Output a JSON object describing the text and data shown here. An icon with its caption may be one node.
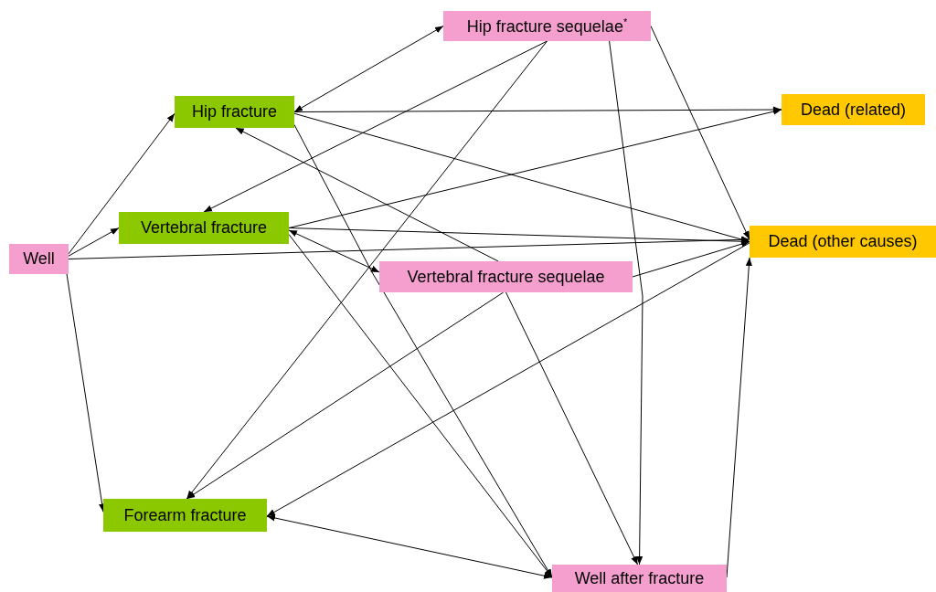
{
  "diagram": {
    "nodes": [
      {
        "text": [
          "Well"
        ]
      },
      {
        "text": [
          "Hip fracture"
        ]
      },
      {
        "text": [
          "Hip fracture sequelae$^{*}$"
        ]
      },
      {
        "text": [
          "Dead (related)"
        ]
      },
      {
        "text": [
          "Vertebral fracture"
        ]
      },
      {
        "text": [
          "Dead (other causes)"
        ]
      },
      {
        "text": [
          "Vertebral fracture sequelae"
        ]
      },
      {
        "text": [
          "Forearm fracture"
        ]
      },
      {
        "text": [
          "Well after fracture"
        ]
      }
    ],
    "edges": [
      {
        "from": 0,
        "to": 1,
        "arrow": "to"
      },
      {
        "from": 0,
        "to": 4,
        "arrow": "to"
      },
      {
        "from": 0,
        "to": 7,
        "arrow": "to"
      },
      {
        "from": 0,
        "to": 5,
        "arrow": "to"
      },
      {
        "from": 1,
        "to": 2,
        "arrow": "both"
      },
      {
        "from": 1,
        "to": 3,
        "arrow": "to"
      },
      {
        "from": 1,
        "to": 5,
        "arrow": "to"
      },
      {
        "from": 1,
        "to": 8,
        "arrow": "to"
      },
      {
        "from": 2,
        "to": 4,
        "arrow": "to"
      },
      {
        "from": 2,
        "to": 7,
        "arrow": "to"
      },
      {
        "from": 2,
        "to": 8,
        "arrow": "to"
      },
      {
        "from": 2,
        "to": 5,
        "arrow": "to"
      },
      {
        "from": 4,
        "to": 3,
        "arrow": "to"
      },
      {
        "from": 4,
        "to": 5,
        "arrow": "to"
      },
      {
        "from": 4,
        "to": 6,
        "arrow": "both"
      },
      {
        "from": 4,
        "to": 8,
        "arrow": "to"
      },
      {
        "from": 6,
        "to": 1,
        "arrow": "to"
      },
      {
        "from": 6,
        "to": 5,
        "arrow": "to"
      },
      {
        "from": 6,
        "to": 7,
        "arrow": "to"
      },
      {
        "from": 6,
        "to": 8,
        "arrow": "to"
      },
      {
        "from": 5,
        "to": 7,
        "arrow": "to"
      },
      {
        "from": 7,
        "to": 8,
        "arrow": "both"
      },
      {
        "from": 8,
        "to": 5,
        "arrow": "to"
      }
    ]
  }
}
